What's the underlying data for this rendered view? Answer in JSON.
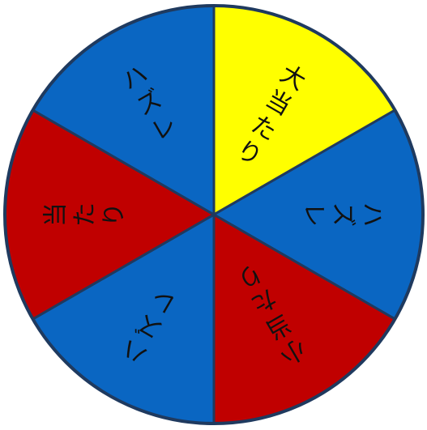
{
  "wheel": {
    "outline_color": "#1f3a5f",
    "segments": [
      {
        "label": "大当たり",
        "color": "#ffff00",
        "icon": ""
      },
      {
        "label": "ハズレ",
        "color": "#0a66c2",
        "icon": ""
      },
      {
        "label": "小当たり",
        "color": "#c00000",
        "icon": ""
      },
      {
        "label": "ハズレ",
        "color": "#0a66c2",
        "icon": ""
      },
      {
        "label": "当たり",
        "color": "#c00000",
        "icon": ""
      },
      {
        "label": "ハズレ",
        "color": "#0a66c2",
        "icon": ""
      }
    ]
  }
}
